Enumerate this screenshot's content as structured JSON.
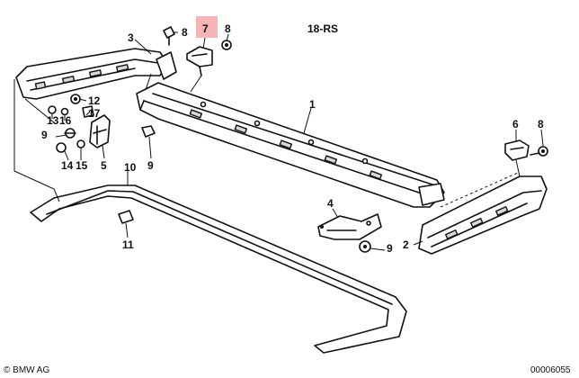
{
  "diagram": {
    "group_label": "18-RS",
    "highlighted_part": "7",
    "colors": {
      "ink": "#111111",
      "highlight": "#f4a7a7",
      "background": "#ffffff"
    },
    "part_labels": {
      "p1": "1",
      "p2": "2",
      "p3": "3",
      "p4": "4",
      "p5": "5",
      "p6": "6",
      "p7": "7",
      "p8a": "8",
      "p8b": "8",
      "p8c": "8",
      "p9a": "9",
      "p9b": "9",
      "p9c": "9",
      "p10": "10",
      "p11": "11",
      "p12": "12",
      "p13": "13",
      "p14": "14",
      "p15": "15",
      "p16": "16",
      "p17": "17"
    }
  },
  "footer": {
    "copyright": "© BMW AG",
    "drawing_number": "00006055"
  }
}
